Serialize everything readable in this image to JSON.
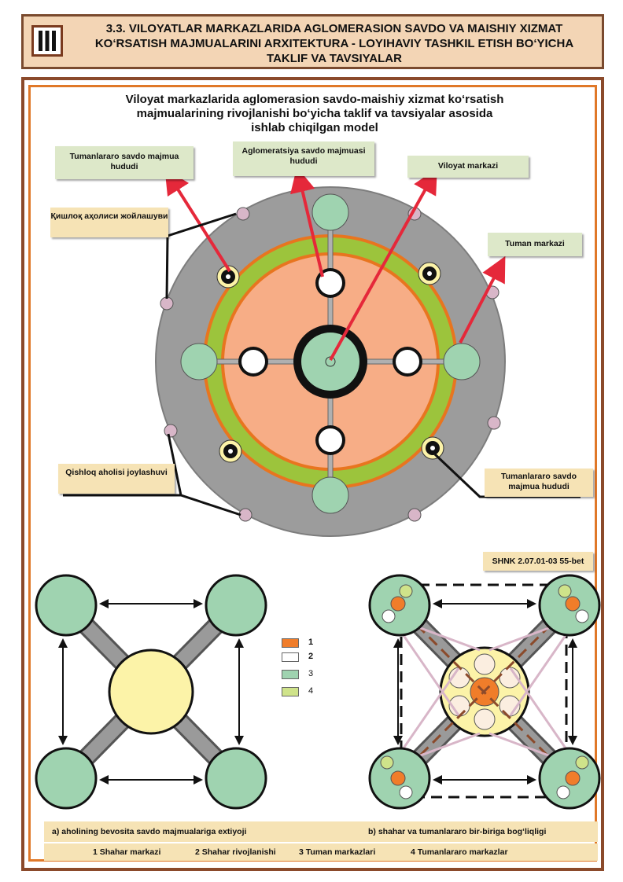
{
  "header": {
    "badge": "III",
    "title_line1": "3.3. VILOYATLAR MARKAZLARIDA AGLOMERASION SAVDO VA MAISHIY XIZMAT",
    "title_line2": "KO‘RSATISH  MAJMUALARINI ARXITEKTURA - LOYIHAVIY TASHKIL ETISH BO‘YICHA",
    "title_line3": "TAKLIF VA TAVSIYALAR"
  },
  "diagram": {
    "title_line1": "Viloyat  markazlarida aglomerasion savdo-maishiy xizmat ko‘rsatish",
    "title_line2": "majmualarining rivojlanishi bo‘yicha taklif va tavsiyalar asosida",
    "title_line3": "ishlab chiqilgan model",
    "labels": {
      "tumanlararo_top": "Tumanlararo savdo majmua hududi",
      "aglomeratsiya": "Aglomeratsiya savdo majmuasi hududi",
      "viloyat_markazi": "Viloyat markazi",
      "kishlok_cyr": "Қишлоқ аҳолиси жойлашуви",
      "tuman_markazi": "Tuman markazi",
      "qishloq": "Qishloq aholisi joylashuvi",
      "tumanlararo_bottom": "Tumanlararo savdo majmua hududi"
    },
    "reference": "SHNK 2.07.01-03 55-bet"
  },
  "legend": [
    {
      "num": "1",
      "color": "#f07d2a"
    },
    {
      "num": "2",
      "color": "#ffffff"
    },
    {
      "num": "3",
      "color": "#9fd3b0"
    },
    {
      "num": "4",
      "color": "#cfe38a"
    }
  ],
  "captions": {
    "a": "a) aholining bevosita savdo majmualariga extiyoji",
    "b": "b) shahar va tumanlararo bir-biriga bog‘liqligi",
    "k1": "1 Shahar markazi",
    "k2": "2 Shahar rivojlanishi",
    "k3": "3 Tuman markazlari",
    "k4": "4 Tumanlararo markazlar"
  },
  "colors": {
    "outer_ring": "#9c9c9c",
    "green_ring": "#9cc43c",
    "inner_disc": "#f7ad86",
    "node_green": "#9fd3b0",
    "center_yellow": "#fcf3a8",
    "arrow_red": "#e5283a",
    "pink_dot": "#d8b6c8"
  }
}
